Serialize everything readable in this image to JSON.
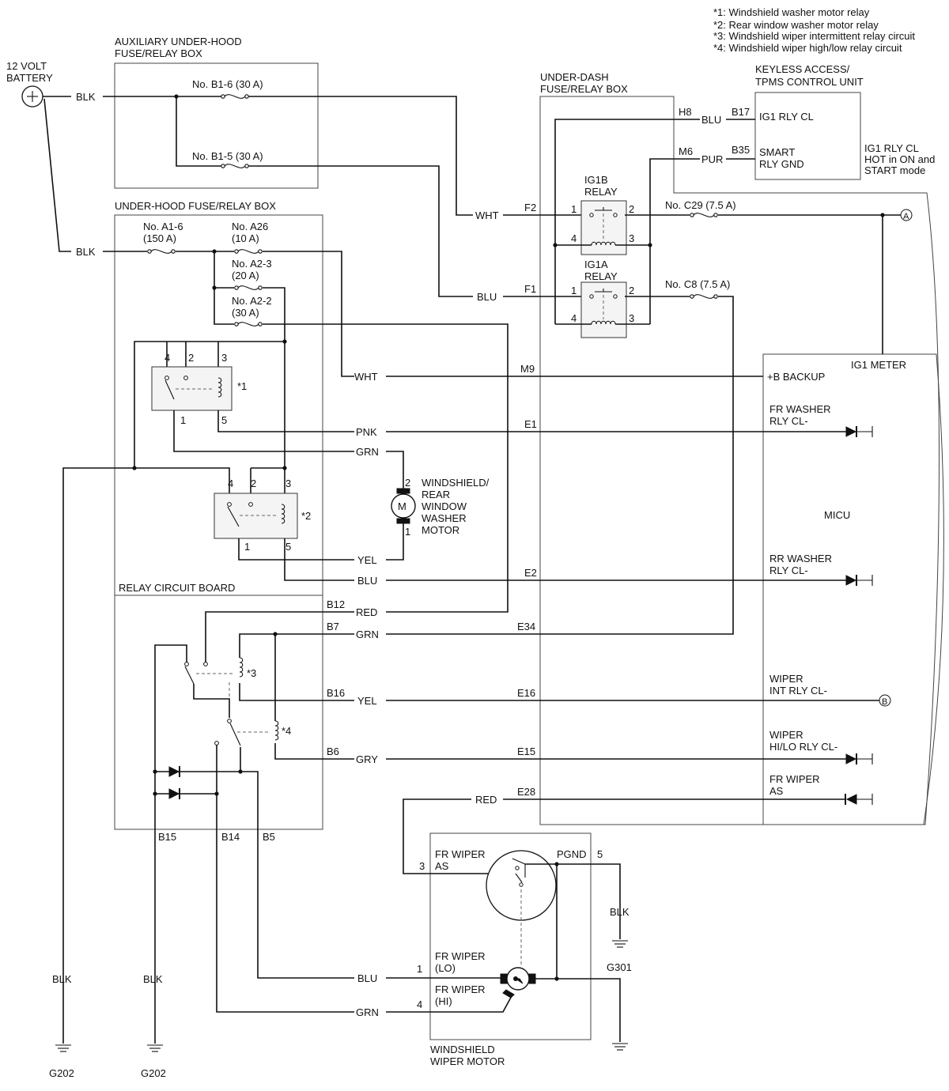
{
  "notes": [
    "*1: Windshield washer motor relay",
    "*2: Rear window washer motor relay",
    "*3: Windshield wiper intermittent relay circuit",
    "*4: Windshield wiper high/low relay circuit"
  ],
  "battery": [
    "12 VOLT",
    "BATTERY"
  ],
  "aux_box": [
    "AUXILIARY UNDER-HOOD",
    "FUSE/RELAY BOX"
  ],
  "fuses": {
    "b1_6": "No. B1-6 (30 A)",
    "b1_5": "No. B1-5 (30 A)",
    "a1_6": [
      "No. A1-6",
      "(150 A)"
    ],
    "a26": [
      "No. A26",
      "(10 A)"
    ],
    "a2_3": [
      "No. A2-3",
      "(20 A)"
    ],
    "a2_2": [
      "No. A2-2",
      "(30 A)"
    ],
    "c29": "No. C29 (7.5 A)",
    "c8": "No. C8 (7.5 A)"
  },
  "uh_box": "UNDER-HOOD FUSE/RELAY BOX",
  "relay_board": "RELAY CIRCUIT BOARD",
  "ud_box": [
    "UNDER-DASH",
    "FUSE/RELAY BOX"
  ],
  "keyless": [
    "KEYLESS ACCESS/",
    "TPMS CONTROL UNIT"
  ],
  "keyless_pins": {
    "b17": "IG1 RLY CL",
    "b35": [
      "SMART",
      "RLY GND"
    ]
  },
  "ig1_note": [
    "IG1 RLY CL",
    "HOT in ON and",
    "START mode"
  ],
  "relays": {
    "ig1b": [
      "IG1B",
      "RELAY"
    ],
    "ig1a": [
      "IG1A",
      "RELAY"
    ],
    "r1": "*1",
    "r2": "*2",
    "r3": "*3",
    "r4": "*4"
  },
  "pins": {
    "n1": "1",
    "n2": "2",
    "n3": "3",
    "n4": "4",
    "n5": "5",
    "h8": "H8",
    "m6": "M6",
    "b17": "B17",
    "b35": "B35",
    "f2": "F2",
    "f1": "F1",
    "m9": "M9",
    "e1": "E1",
    "e2": "E2",
    "e34": "E34",
    "e16": "E16",
    "e15": "E15",
    "e28": "E28",
    "b12": "B12",
    "b7": "B7",
    "b16": "B16",
    "b6": "B6",
    "b15": "B15",
    "b14": "B14",
    "b5": "B5"
  },
  "colors": {
    "blk": "BLK",
    "wht": "WHT",
    "blu": "BLU",
    "pur": "PUR",
    "pnk": "PNK",
    "grn": "GRN",
    "yel": "YEL",
    "red": "RED",
    "gry": "GRY"
  },
  "washer_motor": [
    "WINDSHIELD/",
    "REAR",
    "WINDOW",
    "WASHER",
    "MOTOR"
  ],
  "motor_symbol": "M",
  "micu": {
    "name": "MICU",
    "ig1_meter": "IG1 METER",
    "backup": "+B BACKUP",
    "fr_washer": [
      "FR WASHER",
      "RLY CL-"
    ],
    "rr_washer": [
      "RR WASHER",
      "RLY CL-"
    ],
    "wiper_int": [
      "WIPER",
      "INT RLY CL-"
    ],
    "wiper_hilo": [
      "WIPER",
      "HI/LO RLY CL-"
    ],
    "fr_wiper_as": [
      "FR WIPER",
      "AS"
    ]
  },
  "connectors": {
    "a": "A",
    "b": "B"
  },
  "wiper_motor": {
    "name": [
      "WINDSHIELD",
      "WIPER MOTOR"
    ],
    "as": [
      "FR WIPER",
      "AS"
    ],
    "lo": [
      "FR WIPER",
      "(LO)"
    ],
    "hi": [
      "FR WIPER",
      "(HI)"
    ],
    "pgnd": "PGND"
  },
  "grounds": {
    "g202": "G202",
    "g301": "G301"
  }
}
